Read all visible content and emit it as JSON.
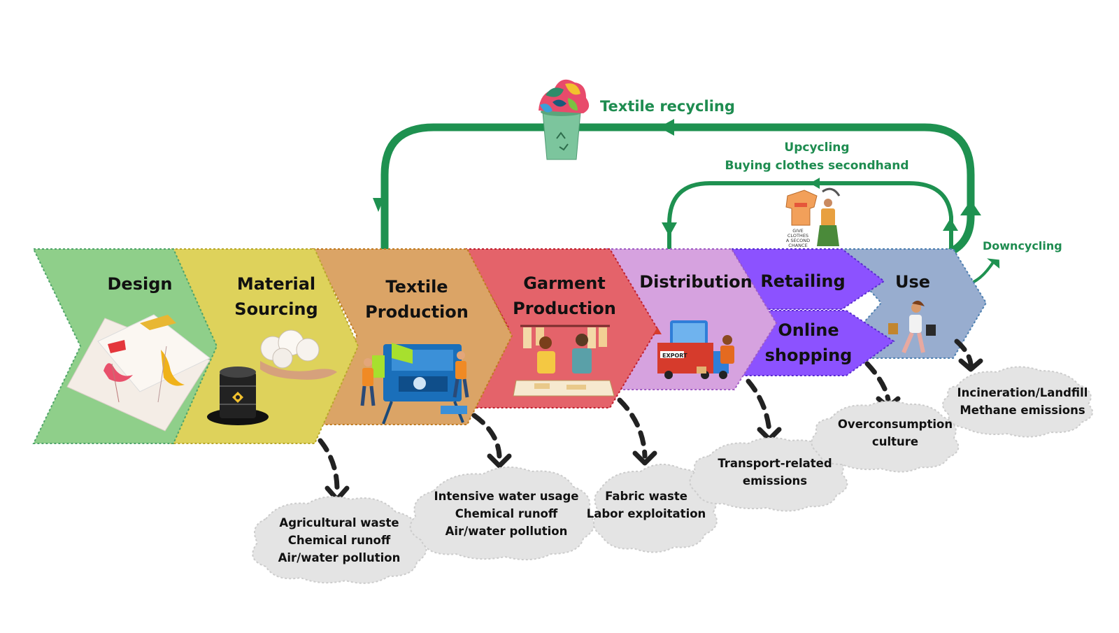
{
  "stages": [
    {
      "id": "design",
      "lines": [
        "Design"
      ],
      "color": "#8fcf8a"
    },
    {
      "id": "material-sourcing",
      "lines": [
        "Material",
        "Sourcing"
      ],
      "color": "#ded25b"
    },
    {
      "id": "textile-production",
      "lines": [
        "Textile",
        "Production"
      ],
      "color": "#dba466"
    },
    {
      "id": "garment-production",
      "lines": [
        "Garment",
        "Production"
      ],
      "color": "#e4636a"
    },
    {
      "id": "distribution",
      "lines": [
        "Distribution"
      ],
      "color": "#d6a2df"
    },
    {
      "id": "retailing",
      "lines": [
        "Retailing"
      ],
      "color": "#8c52ff"
    },
    {
      "id": "online-shopping",
      "lines": [
        "Online",
        "shopping"
      ],
      "color": "#8c52ff"
    },
    {
      "id": "use",
      "lines": [
        "Use"
      ],
      "color": "#98adcf"
    }
  ],
  "impacts": [
    {
      "id": "material-sourcing",
      "lines": [
        "Agricultural waste",
        "Chemical runoff",
        "Air/water pollution"
      ]
    },
    {
      "id": "textile-production",
      "lines": [
        "Intensive water usage",
        "Chemical runoff",
        "Air/water pollution"
      ]
    },
    {
      "id": "garment-production",
      "lines": [
        "Fabric waste",
        "Labor exploitation"
      ]
    },
    {
      "id": "distribution",
      "lines": [
        "Transport-related",
        "emissions"
      ]
    },
    {
      "id": "retail",
      "lines": [
        "Overconsumption",
        "culture"
      ]
    },
    {
      "id": "use",
      "lines": [
        "Incineration/Landfill",
        "Methane emissions"
      ]
    }
  ],
  "loops": {
    "textile_recycling": "Textile recycling",
    "upcycling": "Upcycling",
    "secondhand": "Buying clothes secondhand",
    "downcycling": "Downcycling",
    "color": "#1e9150"
  },
  "icons": {
    "design": "fashion-sketch-icon",
    "material_sourcing": "oil-barrel-and-cotton-icon",
    "textile_production": "textile-machine-icon",
    "garment_production": "garment-workers-icon",
    "distribution": "export-truck-icon",
    "secondhand": "give-clothes-second-chance-icon",
    "use": "shopping-woman-icon",
    "recycling": "recycling-bin-icon"
  },
  "bin_text": [
    "GIVE",
    "CLOTHES",
    "A SECOND",
    "CHANCE"
  ]
}
